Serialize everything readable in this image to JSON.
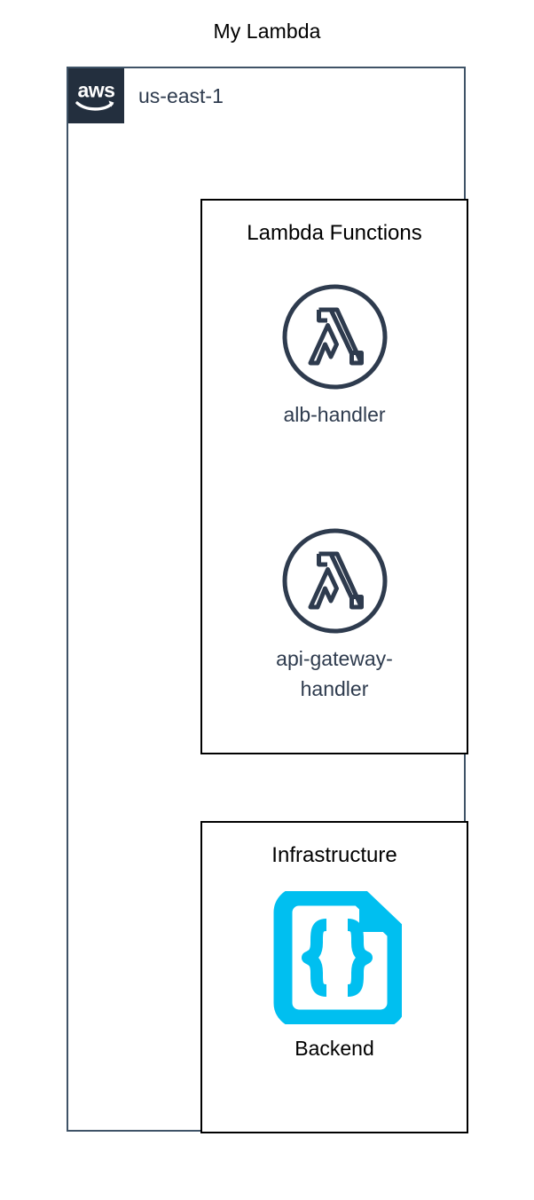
{
  "diagram": {
    "title": "My Lambda",
    "colors": {
      "aws_navy": "#232F3E",
      "region_border": "#3F5367",
      "group_border": "#000000",
      "lambda_icon": "#2E3B4E",
      "infra_icon_cyan": "#00BFF0",
      "label_text": "#2E3B4E",
      "background": "#FFFFFF"
    }
  },
  "region": {
    "badge_icon": "aws-logo-icon",
    "badge_text": "aws",
    "label": "us-east-1"
  },
  "groups": [
    {
      "id": "lambda-functions",
      "title": "Lambda Functions",
      "nodes": [
        {
          "id": "alb-handler",
          "label": "alb-handler",
          "icon": "aws-lambda-icon"
        },
        {
          "id": "api-gateway-handler",
          "label": "api-gateway-handler",
          "icon": "aws-lambda-icon"
        }
      ]
    },
    {
      "id": "infrastructure",
      "title": "Infrastructure",
      "nodes": [
        {
          "id": "backend",
          "label": "Backend",
          "icon": "json-document-icon"
        }
      ]
    }
  ]
}
